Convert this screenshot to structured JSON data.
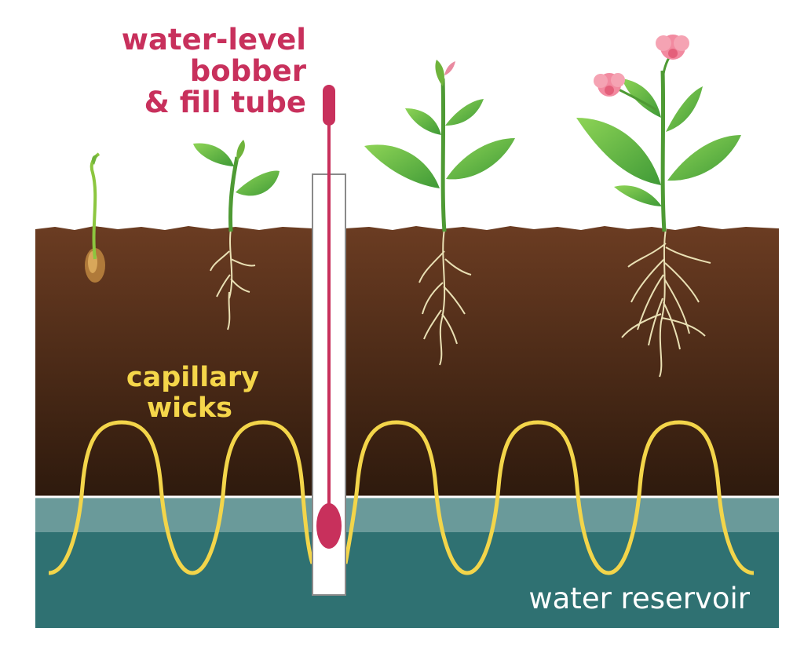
{
  "labels": {
    "bobber_line1": "water-level",
    "bobber_line2": "bobber",
    "bobber_line3": "& fill tube",
    "wicks_line1": "capillary",
    "wicks_line2": "wicks",
    "reservoir": "water reservoir"
  },
  "colors": {
    "soil_top": "#6b3c22",
    "soil_bottom": "#2e1a0d",
    "water_light": "#6a9a9a",
    "water_dark": "#2f7172",
    "wick": "#f3d54a",
    "bobber": "#c8305c",
    "leaf": "#5cb543",
    "root": "#e9e0b4",
    "flower": "#f28aa0"
  },
  "icons": [
    "seed-icon",
    "seedling-icon",
    "young-plant-icon",
    "flowering-plant-icon",
    "bobber-icon"
  ]
}
